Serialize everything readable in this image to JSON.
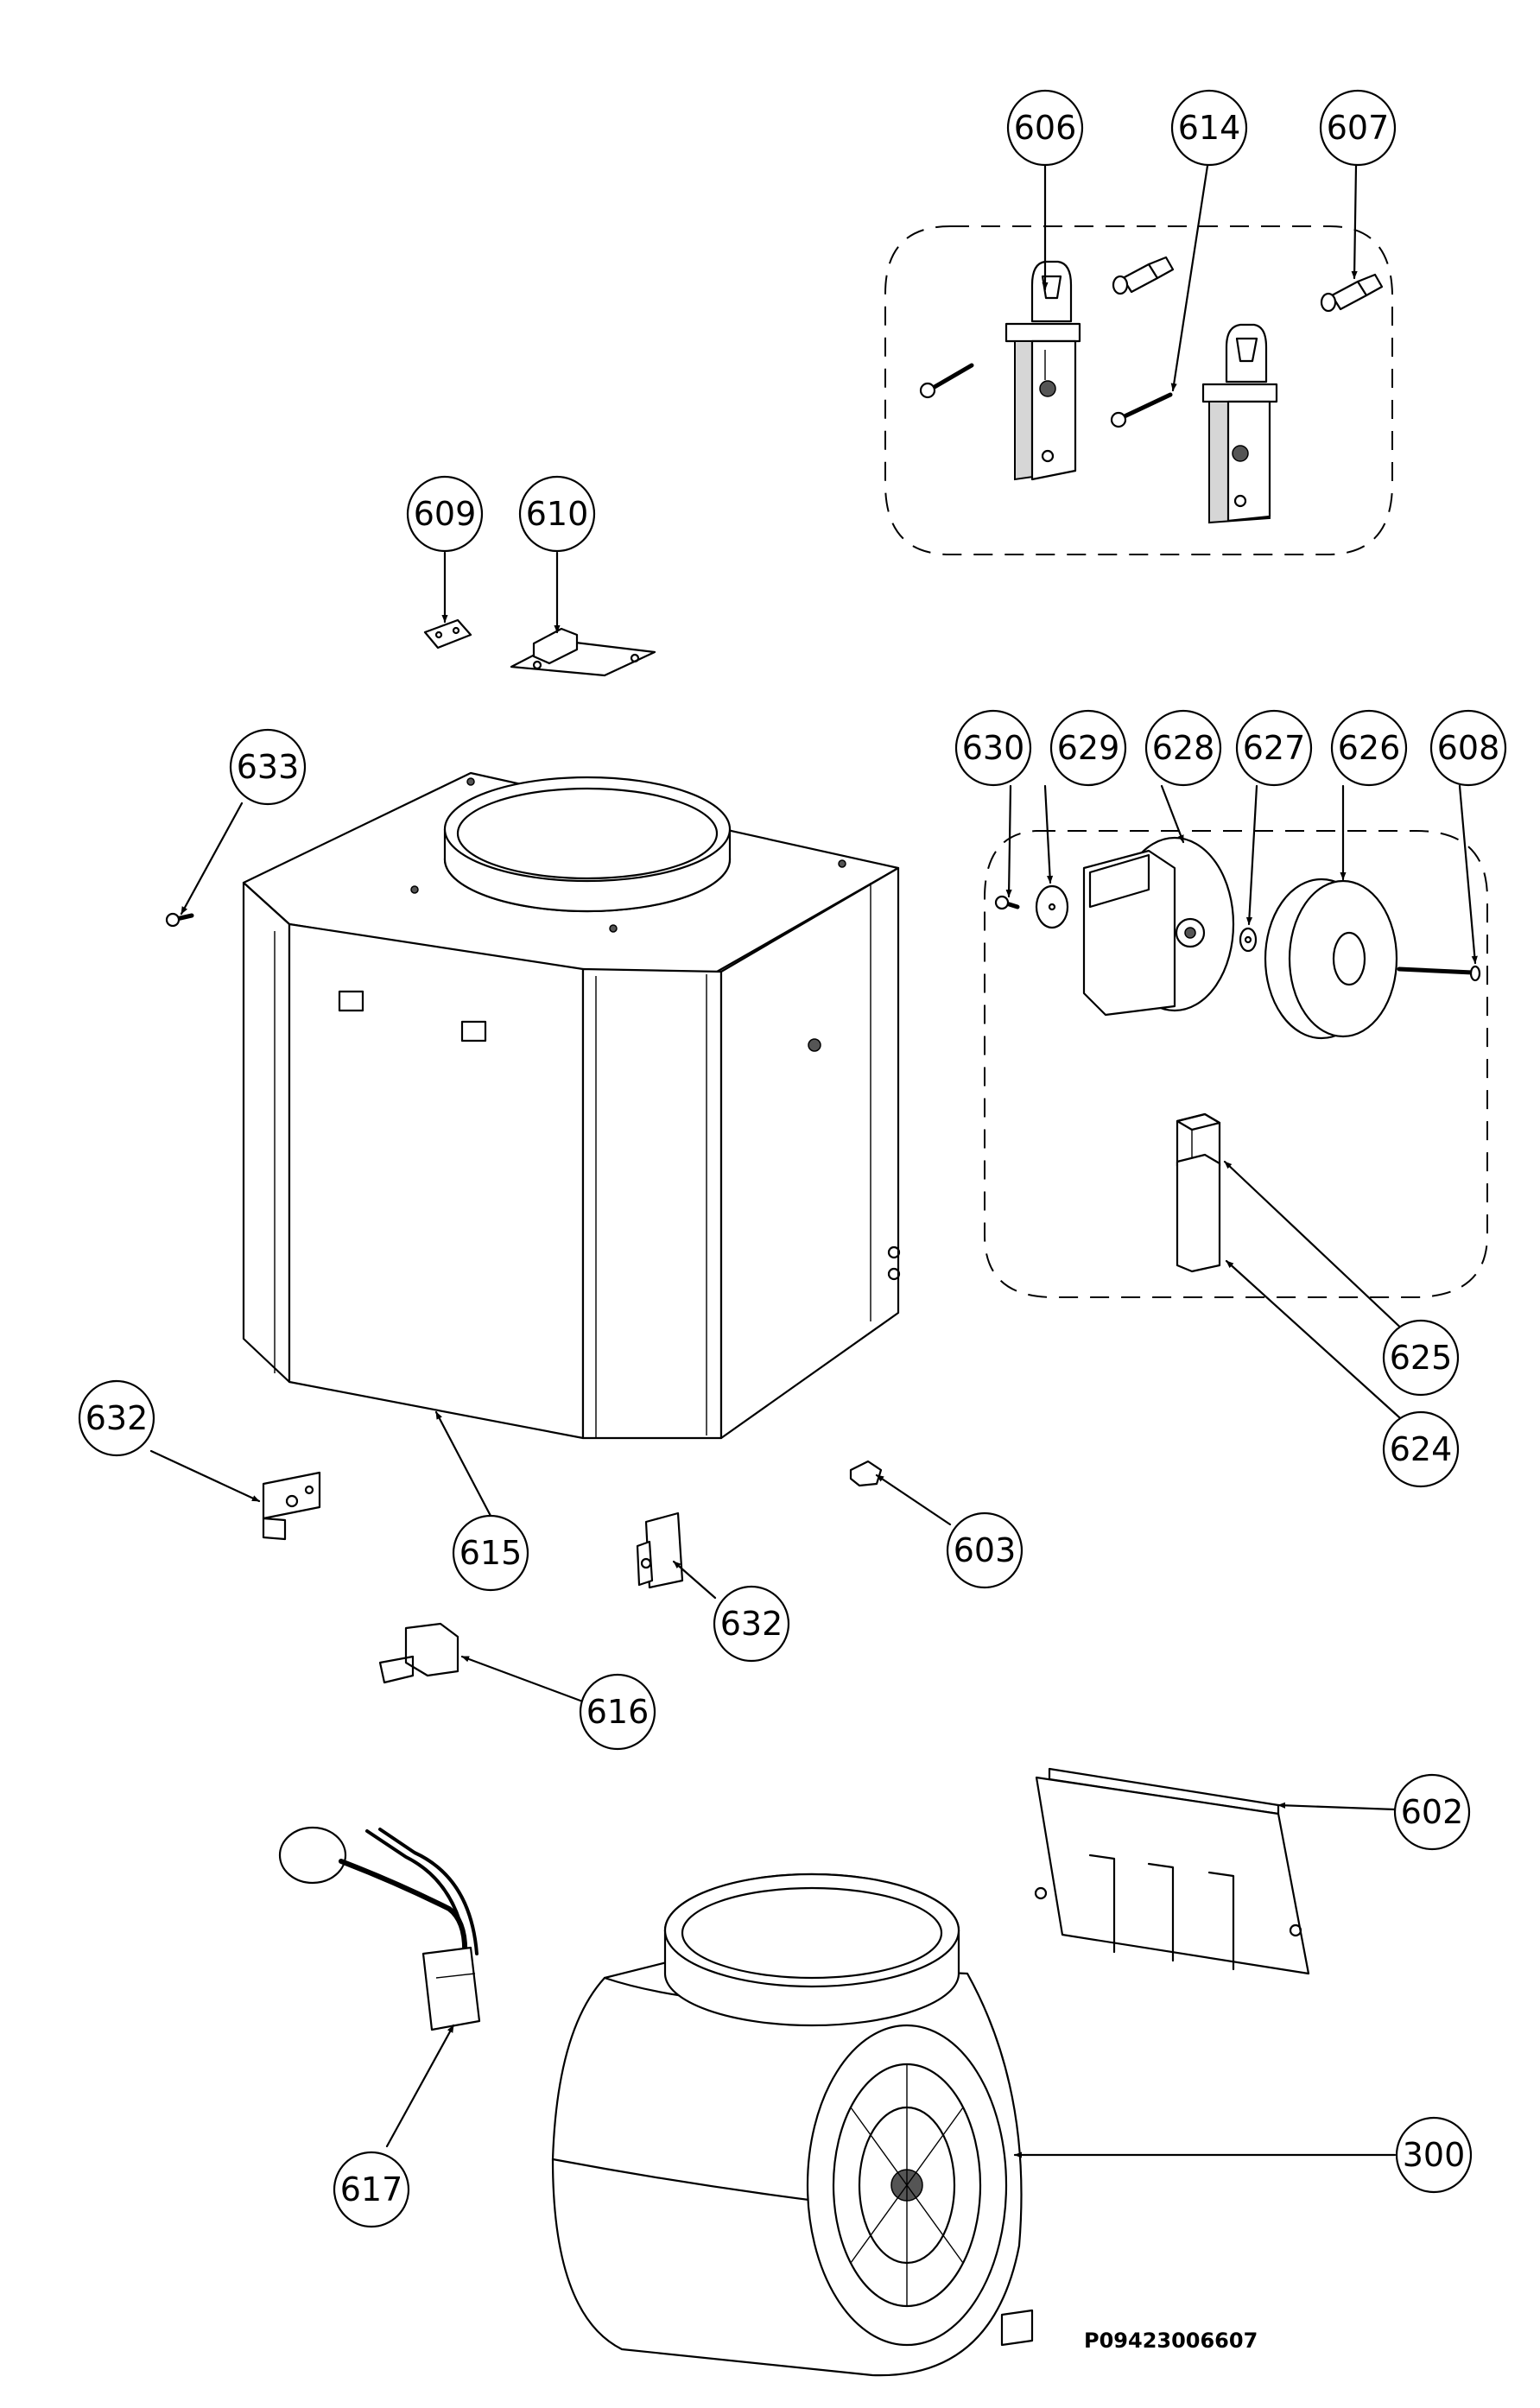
{
  "diagram": {
    "document_code": "P09423006607",
    "callouts": [
      {
        "id": "606",
        "label": "606"
      },
      {
        "id": "614",
        "label": "614"
      },
      {
        "id": "607",
        "label": "607"
      },
      {
        "id": "609",
        "label": "609"
      },
      {
        "id": "610",
        "label": "610"
      },
      {
        "id": "633",
        "label": "633"
      },
      {
        "id": "630",
        "label": "630"
      },
      {
        "id": "629",
        "label": "629"
      },
      {
        "id": "628",
        "label": "628"
      },
      {
        "id": "627",
        "label": "627"
      },
      {
        "id": "626",
        "label": "626"
      },
      {
        "id": "608",
        "label": "608"
      },
      {
        "id": "625",
        "label": "625"
      },
      {
        "id": "624",
        "label": "624"
      },
      {
        "id": "632a",
        "label": "632"
      },
      {
        "id": "615",
        "label": "615"
      },
      {
        "id": "603",
        "label": "603"
      },
      {
        "id": "632b",
        "label": "632"
      },
      {
        "id": "616",
        "label": "616"
      },
      {
        "id": "602",
        "label": "602"
      },
      {
        "id": "617",
        "label": "617"
      },
      {
        "id": "300",
        "label": "300"
      }
    ]
  }
}
